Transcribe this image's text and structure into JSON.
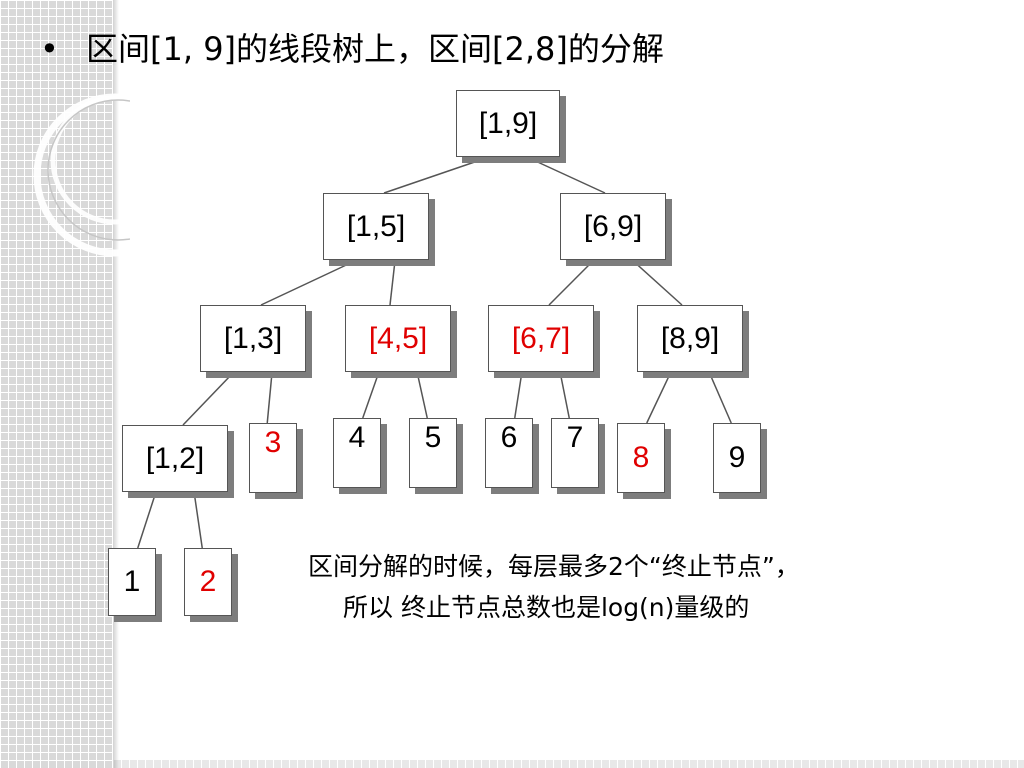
{
  "title": {
    "bullet": "•",
    "text": "区间[1, 9]的线段树上，区间[2,8]的分解"
  },
  "tree": {
    "nodes": [
      {
        "id": "n19",
        "label": "[1,9]",
        "highlight": false
      },
      {
        "id": "n15",
        "label": "[1,5]",
        "highlight": false
      },
      {
        "id": "n69",
        "label": "[6,9]",
        "highlight": false
      },
      {
        "id": "n13",
        "label": "[1,3]",
        "highlight": false
      },
      {
        "id": "n45",
        "label": "[4,5]",
        "highlight": true
      },
      {
        "id": "n67",
        "label": "[6,7]",
        "highlight": true
      },
      {
        "id": "n89",
        "label": "[8,9]",
        "highlight": false
      },
      {
        "id": "n12",
        "label": "[1,2]",
        "highlight": false
      },
      {
        "id": "n3",
        "label": "3",
        "highlight": true
      },
      {
        "id": "n4",
        "label": "4",
        "highlight": false
      },
      {
        "id": "n5",
        "label": "5",
        "highlight": false
      },
      {
        "id": "n6",
        "label": "6",
        "highlight": false
      },
      {
        "id": "n7",
        "label": "7",
        "highlight": false
      },
      {
        "id": "n8",
        "label": "8",
        "highlight": true
      },
      {
        "id": "n9",
        "label": "9",
        "highlight": false
      },
      {
        "id": "n1",
        "label": "1",
        "highlight": false
      },
      {
        "id": "n2",
        "label": "2",
        "highlight": true
      }
    ],
    "edges": [
      [
        "n19",
        "n15"
      ],
      [
        "n19",
        "n69"
      ],
      [
        "n15",
        "n13"
      ],
      [
        "n15",
        "n45"
      ],
      [
        "n69",
        "n67"
      ],
      [
        "n69",
        "n89"
      ],
      [
        "n13",
        "n12"
      ],
      [
        "n13",
        "n3"
      ],
      [
        "n45",
        "n4"
      ],
      [
        "n45",
        "n5"
      ],
      [
        "n67",
        "n6"
      ],
      [
        "n67",
        "n7"
      ],
      [
        "n89",
        "n8"
      ],
      [
        "n89",
        "n9"
      ],
      [
        "n12",
        "n1"
      ],
      [
        "n12",
        "n2"
      ]
    ]
  },
  "note": {
    "line1": "区间分解的时候，每层最多2个“终止节点”，",
    "line2": "所以 终止节点总数也是log(n)量级的"
  },
  "colors": {
    "highlight": "#e00000",
    "text": "#000000",
    "edge": "#555555",
    "shadow": "#7d7d7d"
  }
}
